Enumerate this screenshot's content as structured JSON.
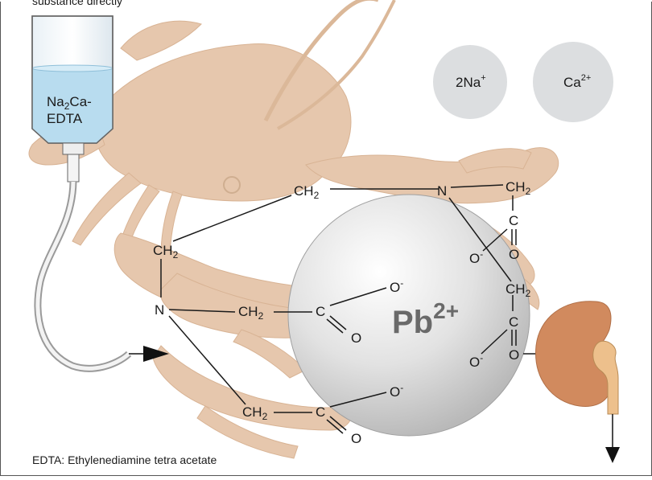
{
  "header": {
    "partial_text": "substance directly"
  },
  "bottle": {
    "label_line1": "Na",
    "label_sub": "2",
    "label_line1b": "Ca-",
    "label_line2": "EDTA"
  },
  "ions": {
    "sodium": {
      "text": "2Na",
      "sup": "+"
    },
    "calcium": {
      "text": "Ca",
      "sup": "2+"
    }
  },
  "lead": {
    "text": "Pb",
    "sup": "2+"
  },
  "molecule": {
    "ch2": "CH",
    "sub2": "2",
    "n": "N",
    "c": "C",
    "o": "O",
    "o_minus": "O",
    "minus": "-"
  },
  "caption": "EDTA: Ethylenediamine tetra acetate",
  "colors": {
    "crayfish": "#e6c7ad",
    "liquid": "#b8dcef",
    "lead_sphere": "#dcdcdc",
    "ion_circle": "#dcdee0",
    "kidney": "#d18a5e",
    "ureter": "#edc08c",
    "frame": "#555555"
  }
}
